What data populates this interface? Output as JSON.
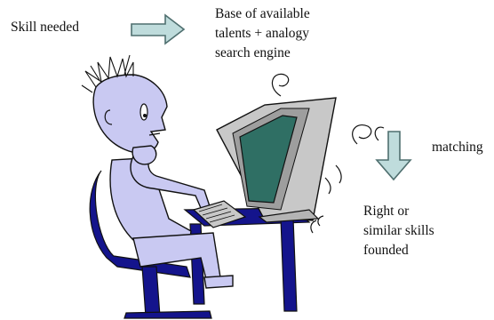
{
  "labels": {
    "skill_needed": "Skill needed",
    "base_lines": [
      "Base of available",
      "talents + analogy",
      "search engine"
    ],
    "matching": "matching",
    "result_lines": [
      "Right or",
      "similar skills",
      "founded"
    ]
  },
  "colors": {
    "arrow_fill": "#bfdcdc",
    "arrow_stroke": "#4f6f6f",
    "skin": "#c9c9f2",
    "chair_blue": "#14148c",
    "monitor_grey": "#c8c8c8",
    "screen_green": "#2f6f64",
    "outline": "#111111"
  }
}
